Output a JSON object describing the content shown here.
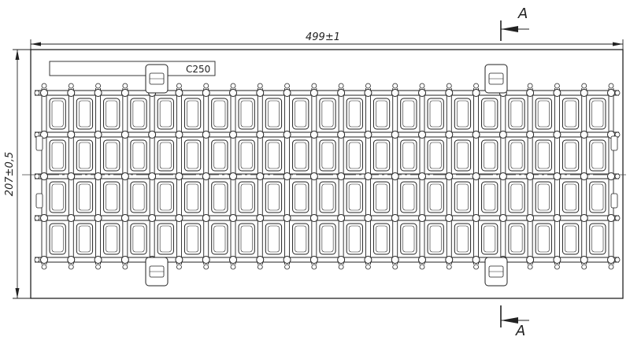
{
  "drawing": {
    "dimensions": {
      "length": "499±1",
      "width": "207±0,5"
    },
    "section_marker": {
      "top": "A",
      "bottom": "A"
    },
    "load_class": "C250",
    "grid": {
      "columns": 21,
      "rows": 4
    },
    "colors": {
      "line": "#222222",
      "background": "#ffffff"
    }
  }
}
